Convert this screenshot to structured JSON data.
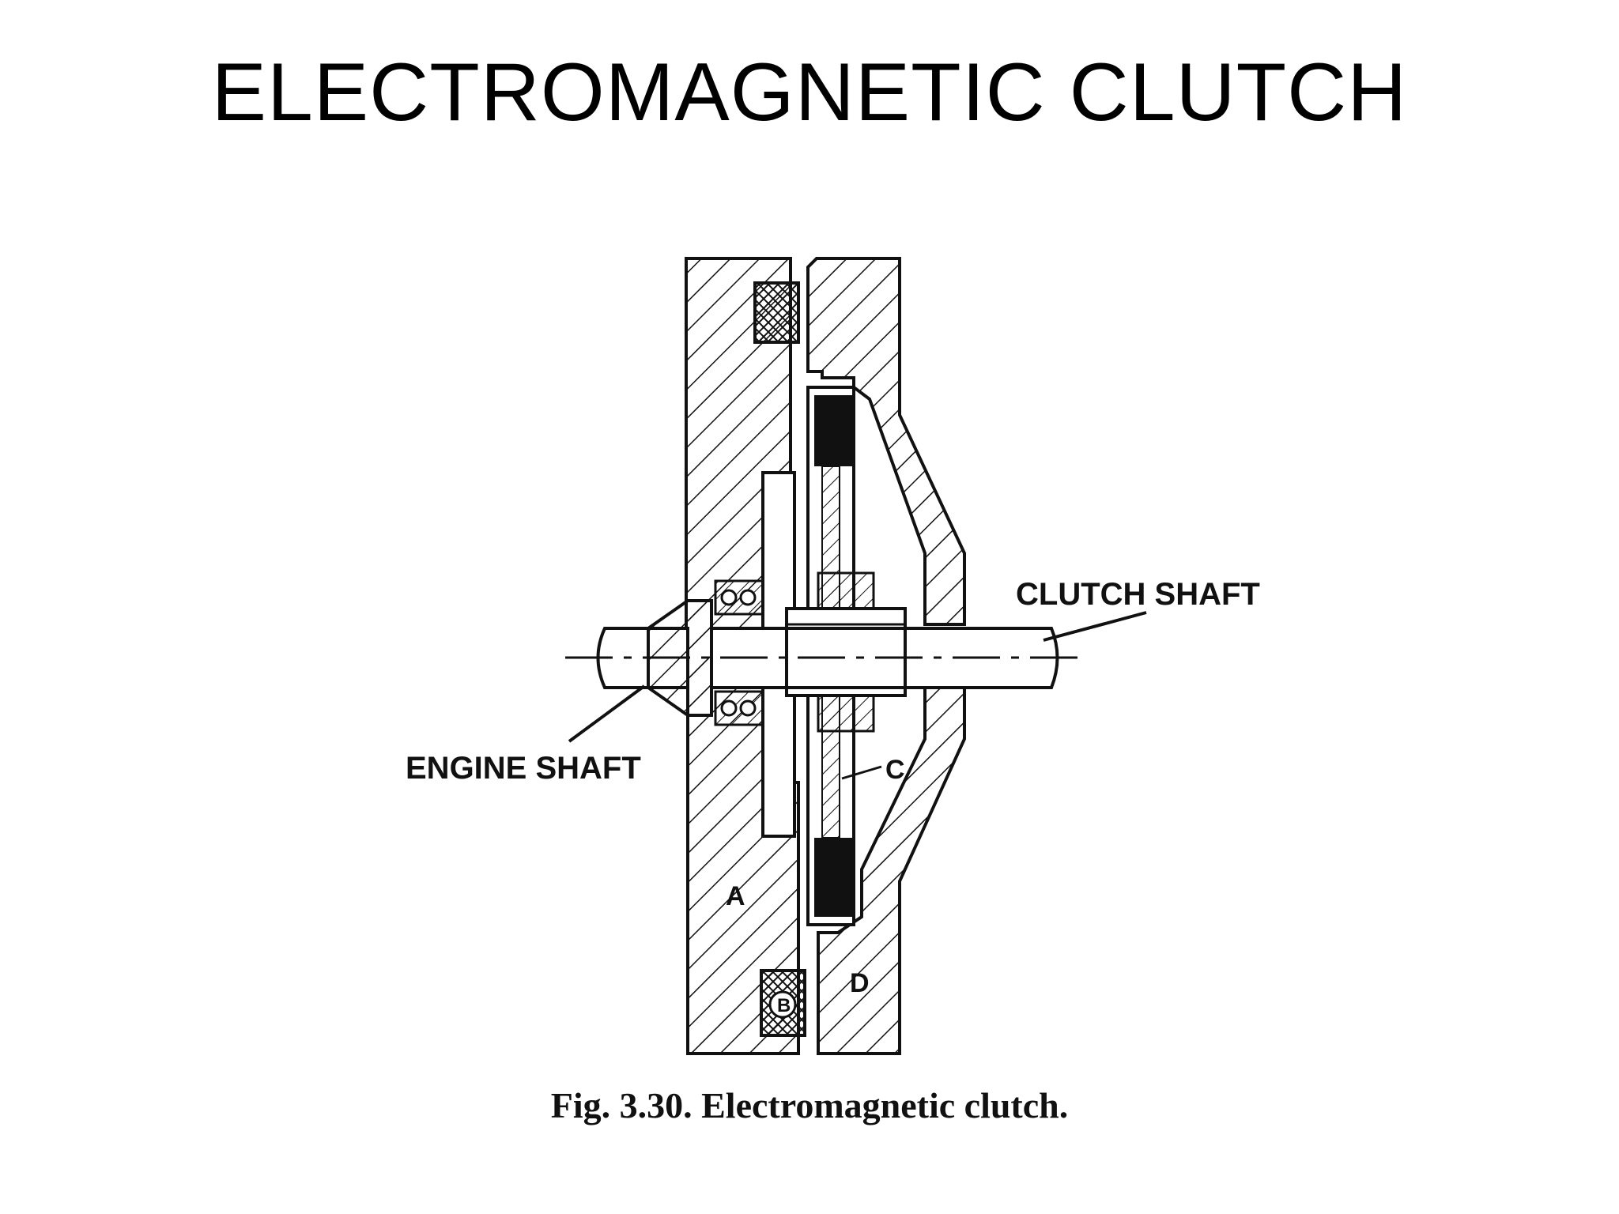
{
  "slide": {
    "title": "ELECTROMAGNETIC CLUTCH"
  },
  "figure": {
    "caption": "Fig. 3.30. Electromagnetic clutch.",
    "labels": {
      "engine_shaft": "ENGINE SHAFT",
      "clutch_shaft": "CLUTCH SHAFT",
      "part_a": "A",
      "part_b": "B",
      "part_c": "C",
      "part_d": "D"
    }
  },
  "colors": {
    "ink": "#111111",
    "background": "#ffffff"
  }
}
